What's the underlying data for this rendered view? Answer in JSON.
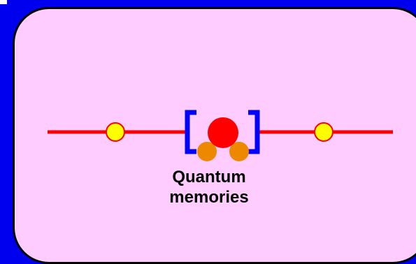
{
  "diagram": {
    "caption_line1": "Quantum",
    "caption_line2": "memories",
    "colors": {
      "background": "#0000ee",
      "panel_fill": "#ffccff",
      "panel_border": "#000000",
      "channel_line": "#ff0000",
      "photon_fill": "#ffff00",
      "photon_stroke": "#ff0000",
      "memory_core": "#ff0000",
      "memory_satellites": "#ee8800",
      "brackets": "#0000ff"
    },
    "icons": [
      "channel-line",
      "photon-node",
      "memory-atom-core",
      "memory-atom-satellite",
      "cavity-bracket"
    ]
  }
}
